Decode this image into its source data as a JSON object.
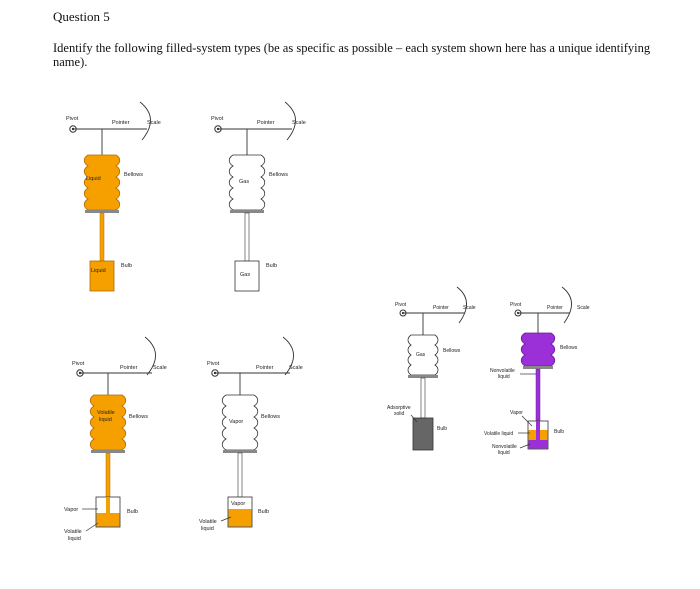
{
  "question": {
    "title": "Question 5",
    "prompt": "Identify the following filled-system types (be as specific as possible – each system shown here has a unique identifying name)."
  },
  "colors": {
    "liquid_fill": "#f6a000",
    "liquid_stroke": "#b06b00",
    "purple_fill": "#9b30d8",
    "purple_stroke": "#6a1a9a",
    "solid_fill": "#666666",
    "line": "#333333"
  },
  "common_labels": {
    "pivot": "Pivot",
    "pointer": "Pointer",
    "scale": "Scale",
    "bellows": "Bellows",
    "bulb": "Bulb"
  },
  "figures": [
    {
      "id": "liquid-filled",
      "bellows_label": "Liquid",
      "bulb_label": "Liquid"
    },
    {
      "id": "gas-filled",
      "bellows_label": "Gas",
      "bulb_label": "Gas"
    },
    {
      "id": "volatile-liquid-filled",
      "bellows_label": "Volatile liquid",
      "bellows_label_lines": [
        "Volatile",
        "liquid"
      ],
      "vapor_label": "Vapor",
      "volatile_label_lines": [
        "Volatile",
        "liquid"
      ]
    },
    {
      "id": "vapor-filled",
      "bellows_label": "Vapor",
      "bulb_vapor_label": "Vapor",
      "volatile_label_lines": [
        "Volatile",
        "liquid"
      ]
    },
    {
      "id": "adsorption-filled",
      "bellows_label": "Gas",
      "adsorptive_label_lines": [
        "Adsorptive",
        "solid"
      ]
    },
    {
      "id": "dual-filled",
      "nonvolatile_top_lines": [
        "Nonvolatile",
        "liquid"
      ],
      "vapor_label": "Vapor",
      "volatile_label": "Volatile liquid",
      "nonvolatile_bottom_lines": [
        "Nonvolatile",
        "liquid"
      ]
    }
  ]
}
